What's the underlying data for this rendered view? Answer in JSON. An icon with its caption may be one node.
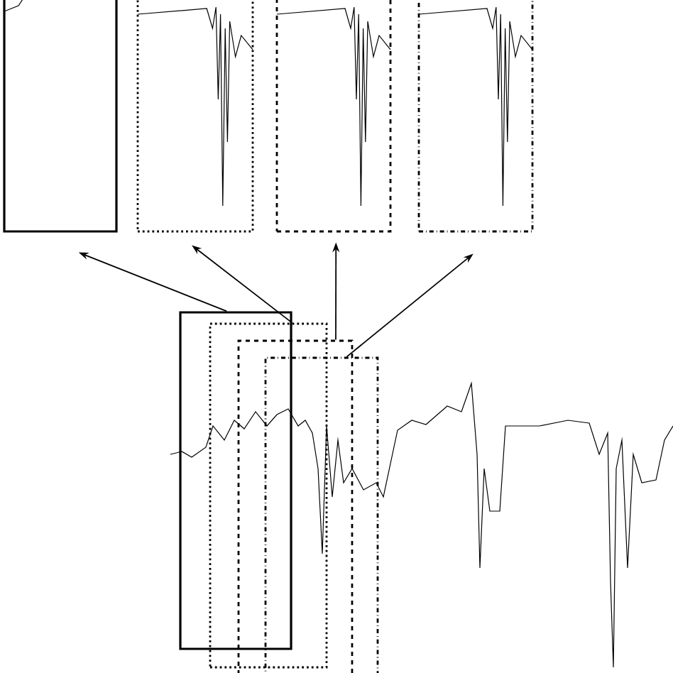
{
  "diagram": {
    "nodes": [
      {
        "text": [],
        "shape": "box"
      },
      {
        "text": [],
        "shape": "box"
      },
      {
        "text": [],
        "shape": "box"
      },
      {
        "text": [],
        "shape": "box"
      },
      {
        "text": [],
        "shape": "box"
      },
      {
        "text": [],
        "shape": "box"
      },
      {
        "text": [],
        "shape": "box"
      },
      {
        "text": [],
        "shape": "box"
      }
    ],
    "edges": [
      {
        "from": 4,
        "to": 0,
        "arrow": "to"
      },
      {
        "from": 5,
        "to": 1,
        "arrow": "to"
      },
      {
        "from": 6,
        "to": 2,
        "arrow": "to"
      },
      {
        "from": 7,
        "to": 3,
        "arrow": "to"
      }
    ]
  }
}
